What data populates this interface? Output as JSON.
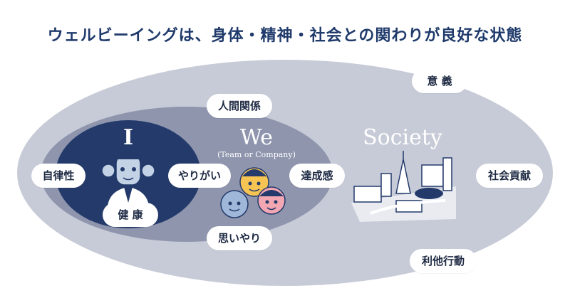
{
  "title": "ウェルビーイングは、身体・精神・社会との関わりが良好な状態",
  "circles": {
    "i_label": "I",
    "we_label": "We",
    "we_sub": "(Team or Company)",
    "society_label": "Society"
  },
  "pills": {
    "meaning": "意 義",
    "relationships": "人間関係",
    "autonomy": "自律性",
    "rewarding": "やりがい",
    "achievement": "達成感",
    "social_contribution": "社会貢献",
    "health": "健 康",
    "compassion": "思いやり",
    "altruism": "利他行動"
  },
  "colors": {
    "title": "#1f3a6b",
    "outer": "#c7cbd7",
    "middle": "#8e95ad",
    "inner": "#233a6b",
    "pill_bg": "#ffffff"
  },
  "icons": [
    "person-icon",
    "team-faces-icon",
    "city-icon"
  ]
}
